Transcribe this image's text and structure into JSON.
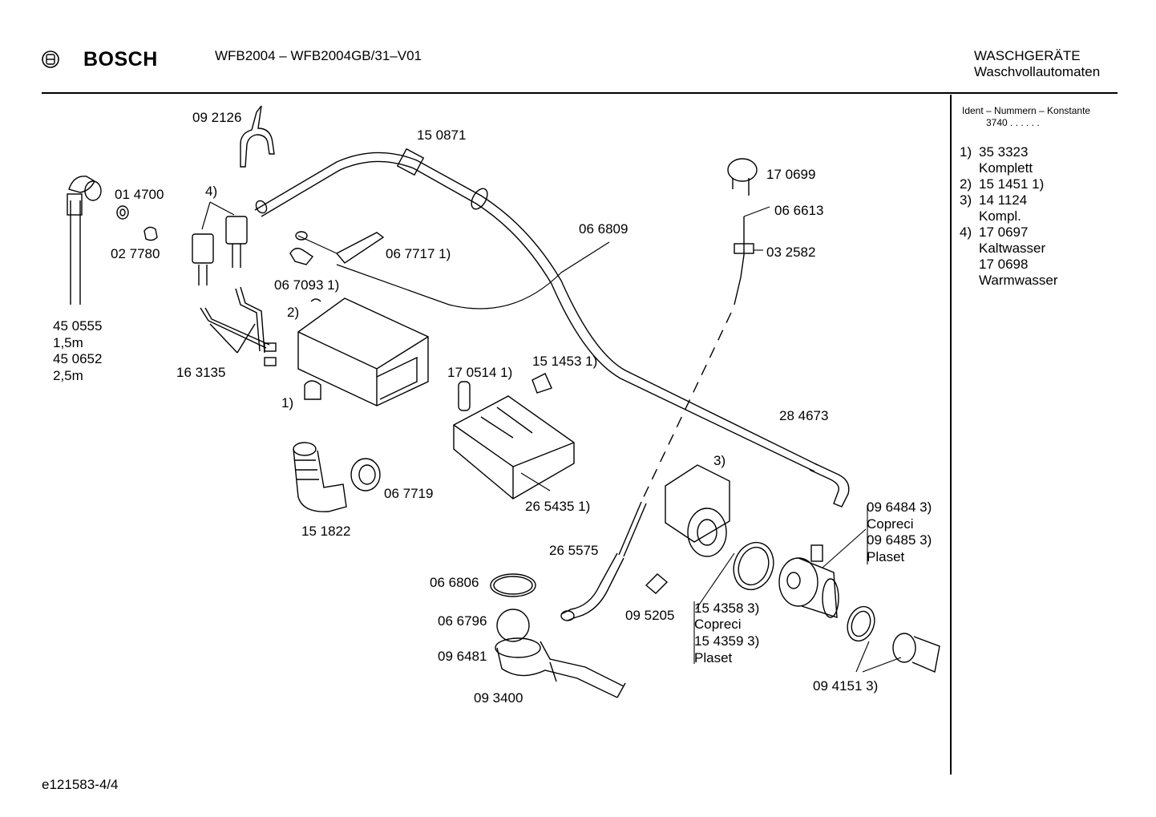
{
  "header": {
    "brand": "BOSCH",
    "model": "WFB2004 – WFB2004GB/31–V01",
    "category_line1": "WASCHGERÄTE",
    "category_line2": "Waschvollautomaten"
  },
  "sidebar": {
    "ident_title": "Ident – Nummern – Konstante",
    "ident_value": "3740  .  .  .  .  .  .",
    "notes": [
      {
        "key": "1)",
        "lines": [
          "35 3323",
          "Komplett"
        ]
      },
      {
        "key": "2)",
        "lines": [
          "15 1451 1)"
        ]
      },
      {
        "key": "3)",
        "lines": [
          "14 1124",
          "Kompl."
        ]
      },
      {
        "key": "4)",
        "lines": [
          "17 0697",
          "Kaltwasser",
          "17 0698",
          "Warmwasser"
        ]
      }
    ]
  },
  "labels": {
    "p092126": "09 2126",
    "p150871": "15 0871",
    "p014700": "01 4700",
    "p4": "4)",
    "p027780": "02 7780",
    "p450555": "45 0555",
    "p15m": "1,5m",
    "p450652": "45 0652",
    "p25m": "2,5m",
    "p163135": "16 3135",
    "p067717": "06 7717  1)",
    "p067093": "06 7093  1)",
    "p2": "2)",
    "p1": "1)",
    "p066809": "06 6809",
    "p170699": "17 0699",
    "p066613": "06 6613",
    "p032582": "03 2582",
    "p170514": "17 0514 1)",
    "p151453": "15 1453 1)",
    "p284673": "28 4673",
    "p3": "3)",
    "p151822": "15 1822",
    "p067719": "06 7719",
    "p265435": "26 5435   1)",
    "p265575": "26 5575",
    "p066806": "06 6806",
    "p066796": "06 6796",
    "p096481": "09 6481",
    "p093400": "09 3400",
    "p095205": "09 5205",
    "p154358": "15 4358 3)",
    "pcopreci1": "Copreci",
    "p154359": "15 4359 3)",
    "pplaset1": "Plaset",
    "p096484": "09 6484 3)",
    "pcopreci2": "Copreci",
    "p096485": "09 6485 3)",
    "pplaset2": "Plaset",
    "p094151": "09 4151 3)"
  },
  "footer": {
    "doc_id": "e121583-4/4"
  }
}
